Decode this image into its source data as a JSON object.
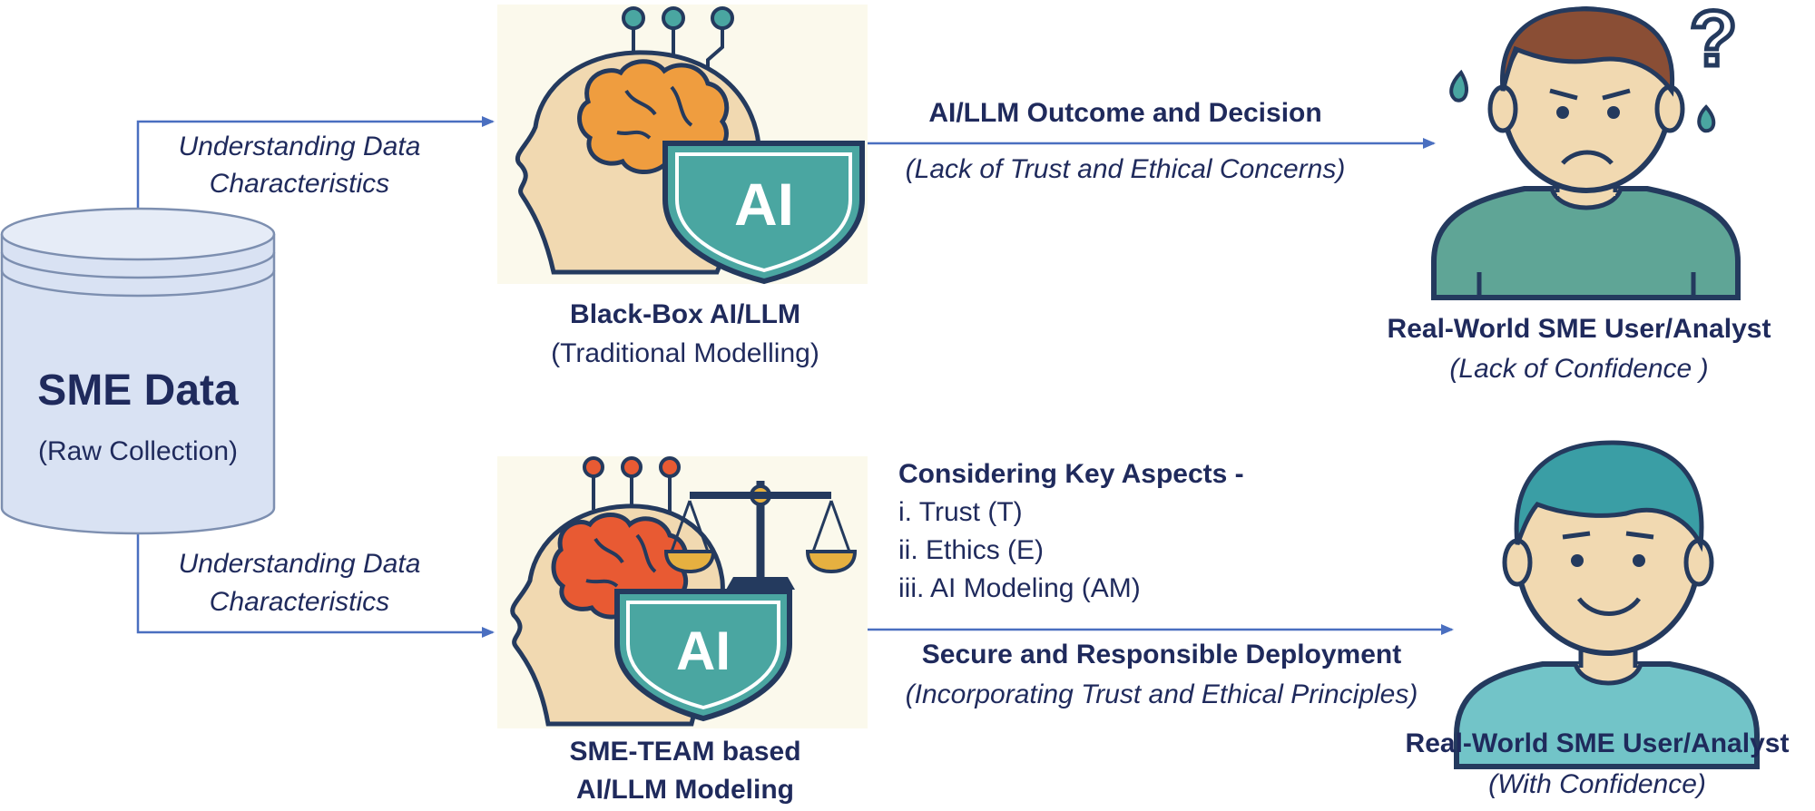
{
  "database": {
    "title": "SME Data",
    "subtitle": "(Raw Collection)"
  },
  "paths": {
    "top_label_line1": "Understanding Data",
    "top_label_line2": "Characteristics",
    "bottom_label_line1": "Understanding Data",
    "bottom_label_line2": "Characteristics"
  },
  "top_model": {
    "badge_text": "AI",
    "title": "Black-Box AI/LLM",
    "subtitle": "(Traditional Modelling)"
  },
  "top_outcome": {
    "title": "AI/LLM Outcome and Decision",
    "subtitle": "(Lack of Trust and Ethical Concerns)"
  },
  "top_user": {
    "question_mark": "?",
    "title": "Real-World SME User/Analyst",
    "subtitle": "(Lack of Confidence )"
  },
  "bottom_model": {
    "badge_text": "AI",
    "title_line1": "SME-TEAM based",
    "title_line2": "AI/LLM Modeling"
  },
  "key_aspects": {
    "heading": "Considering Key Aspects -",
    "items": [
      "i. Trust (T)",
      "ii. Ethics (E)",
      "iii. AI Modeling (AM)"
    ]
  },
  "bottom_outcome": {
    "title": "Secure and Responsible Deployment",
    "subtitle": "(Incorporating Trust and Ethical Principles)"
  },
  "bottom_user": {
    "title": "Real-World SME User/Analyst",
    "subtitle": "(With Confidence)"
  },
  "colors": {
    "arrow": "#4a6fc0",
    "text": "#1f2a5c",
    "database_fill": "#d9e2f3",
    "shield": "#4aa6a1",
    "brain_orange": "#ef9d3f",
    "brain_red": "#e85a33",
    "skin": "#f1d9b1",
    "scale_gold": "#e6b040",
    "scale_navy": "#243a5e"
  }
}
